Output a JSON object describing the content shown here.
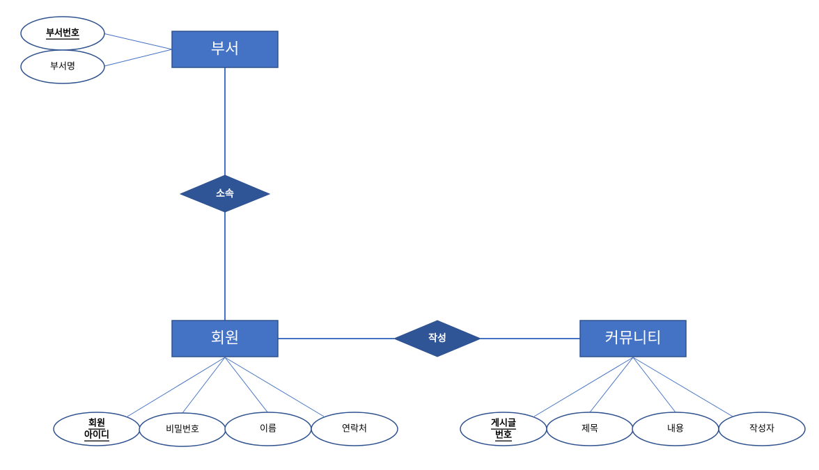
{
  "colors": {
    "entity_fill": "#4472C4",
    "entity_stroke": "#2F528F",
    "relationship_fill": "#2F5597",
    "line": "#4472C4",
    "attribute_stroke": "#2F528F",
    "attribute_fill": "#ffffff"
  },
  "entities": {
    "department": "부서",
    "member": "회원",
    "community": "커뮤니티"
  },
  "relationships": {
    "belongs": "소속",
    "writes": "작성"
  },
  "attributes": {
    "dept_no": "부서번호",
    "dept_name": "부서명",
    "member_id_line1": "회원",
    "member_id_line2": "아이디",
    "password": "비밀번호",
    "name": "이름",
    "contact": "연락처",
    "post_no_line1": "게시글",
    "post_no_line2": "번호",
    "title": "제목",
    "content": "내용",
    "author": "작성자"
  }
}
